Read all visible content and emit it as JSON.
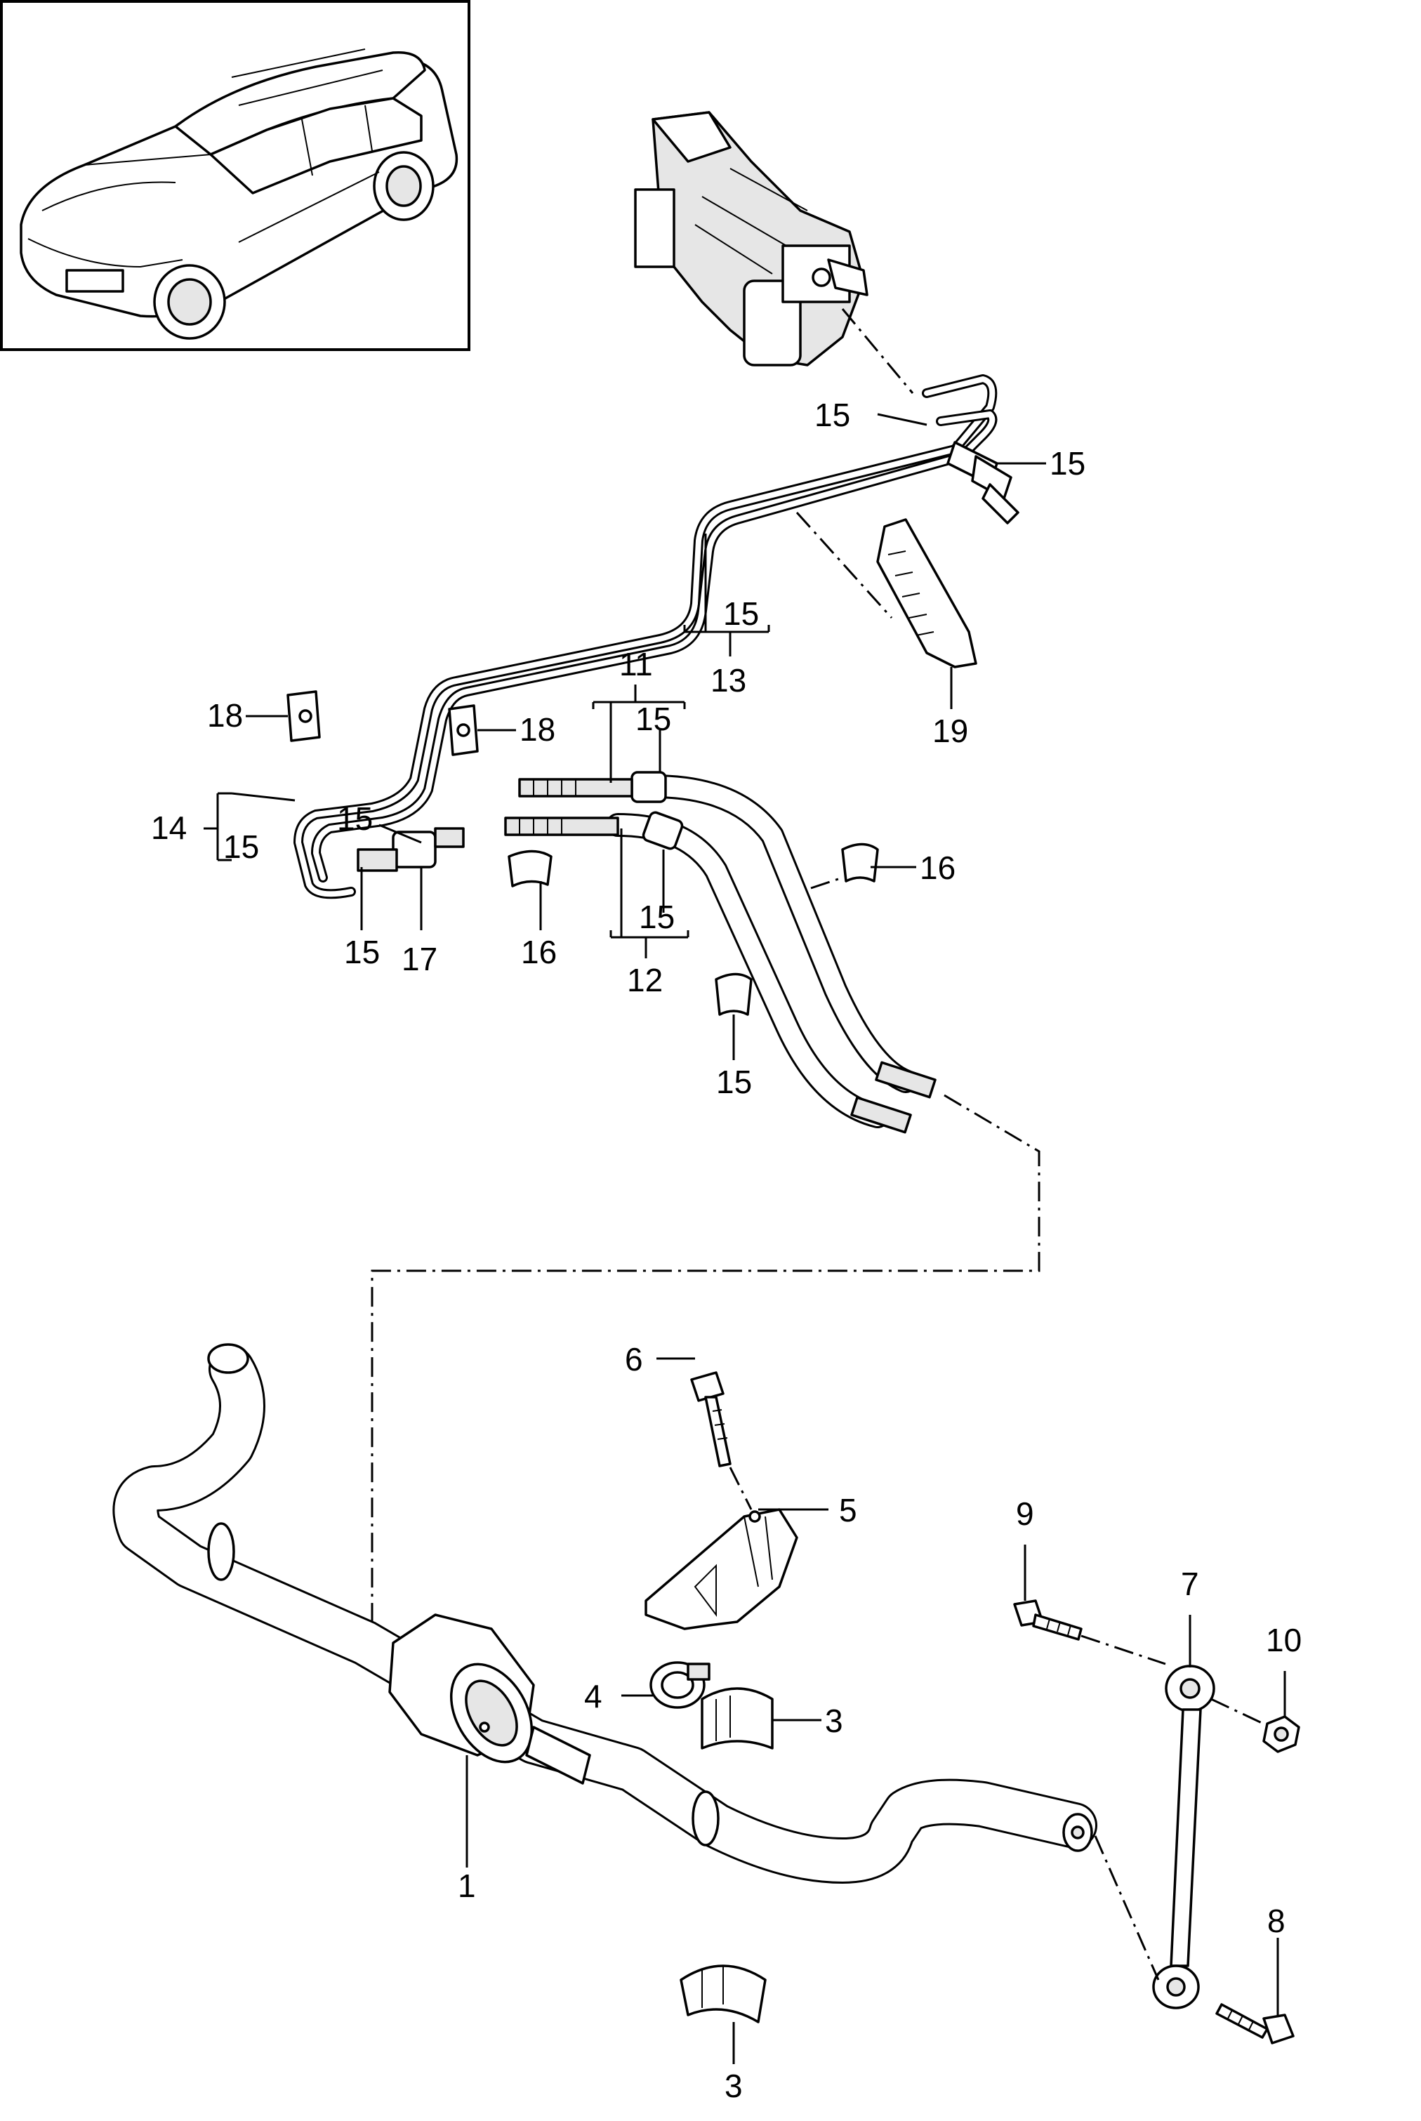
{
  "callouts": {
    "c1": "1",
    "c2": "3",
    "c3": "3",
    "c4": "4",
    "c5": "5",
    "c6": "6",
    "c7": "7",
    "c8": "8",
    "c9": "9",
    "c10": "10",
    "c11": "11",
    "c12": "12",
    "c13": "13",
    "c14": "14",
    "c15a": "15",
    "c15b": "15",
    "c15c": "15",
    "c15d": "15",
    "c15e": "15",
    "c15f": "15",
    "c15g": "15",
    "c15h": "15",
    "c15i": "15",
    "c16a": "16",
    "c16b": "16",
    "c17": "17",
    "c18a": "18",
    "c18b": "18",
    "c19": "19"
  },
  "icons": {
    "thumbnail": "vehicle-overview-icon",
    "steering_unit": "steering-hydraulic-unit-icon"
  }
}
